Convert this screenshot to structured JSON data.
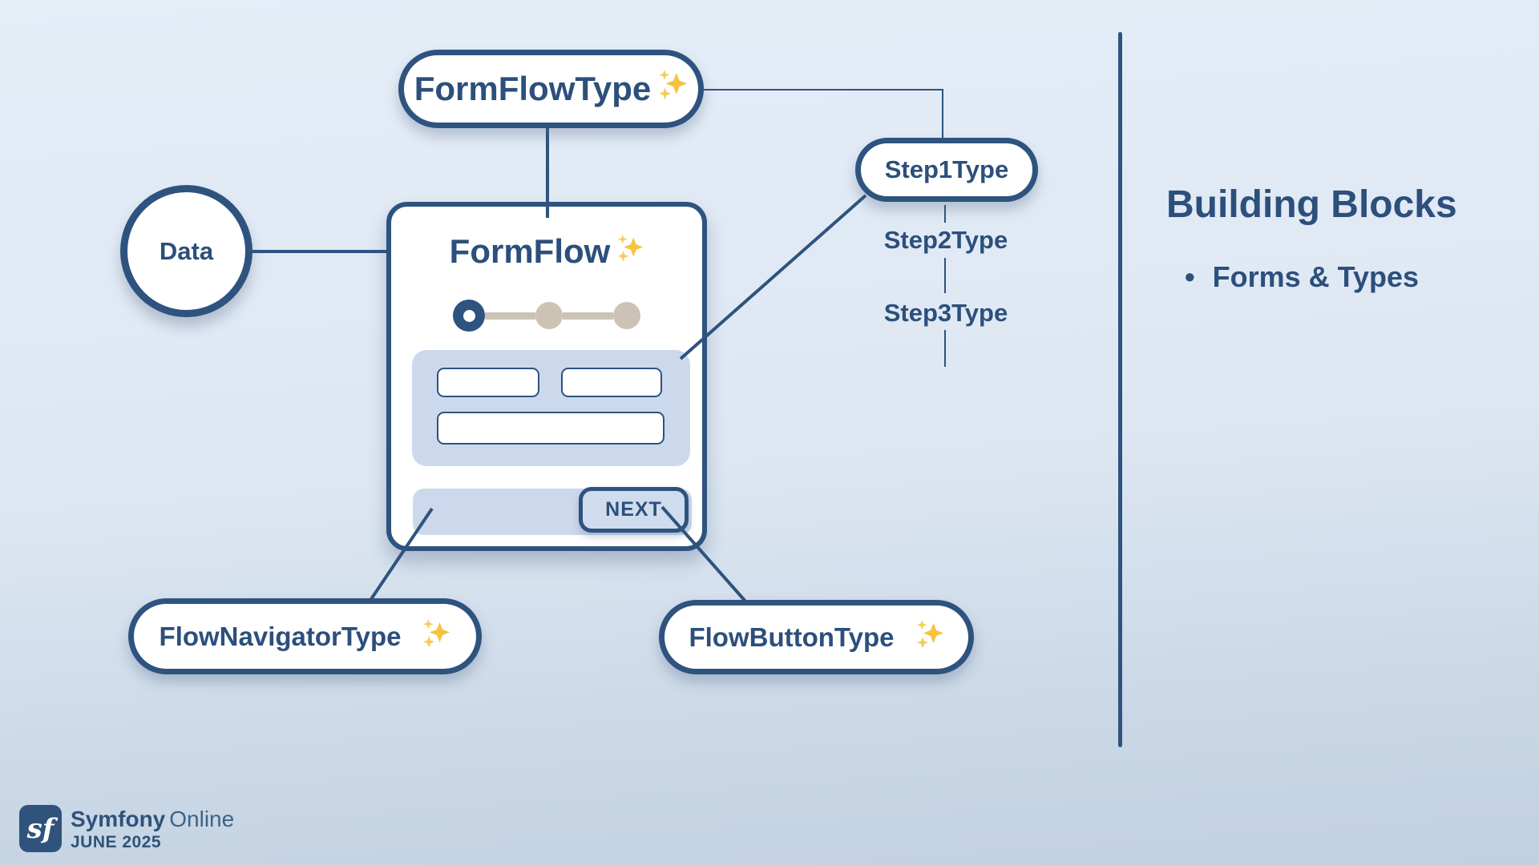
{
  "panel": {
    "title": "Building Blocks",
    "bullet_marker": "•",
    "bullet_text": "Forms & Types"
  },
  "diagram": {
    "form_flow_type_label": "FormFlowType",
    "form_flow_label": "FormFlow",
    "data_label": "Data",
    "step1_label": "Step1Type",
    "step2_label": "Step2Type",
    "step3_label": "Step3Type",
    "flow_navigator_label": "FlowNavigatorType",
    "flow_button_label": "FlowButtonType",
    "next_label": "NEXT",
    "sparkles_icon": "✨"
  },
  "footer": {
    "logo_glyph": "sf",
    "brand": "Symfony",
    "brand_suffix": "Online",
    "event_date": "JUNE 2025"
  },
  "colors": {
    "navy": "#2e537f",
    "text_navy": "#2c4f7c",
    "panel_blue": "#ccd9ec",
    "stepper_beige": "#ccc3b5",
    "sparkle_gold": "#f6c33d",
    "background_top": "#e5edf7",
    "background_bottom": "#c1d0e1"
  }
}
